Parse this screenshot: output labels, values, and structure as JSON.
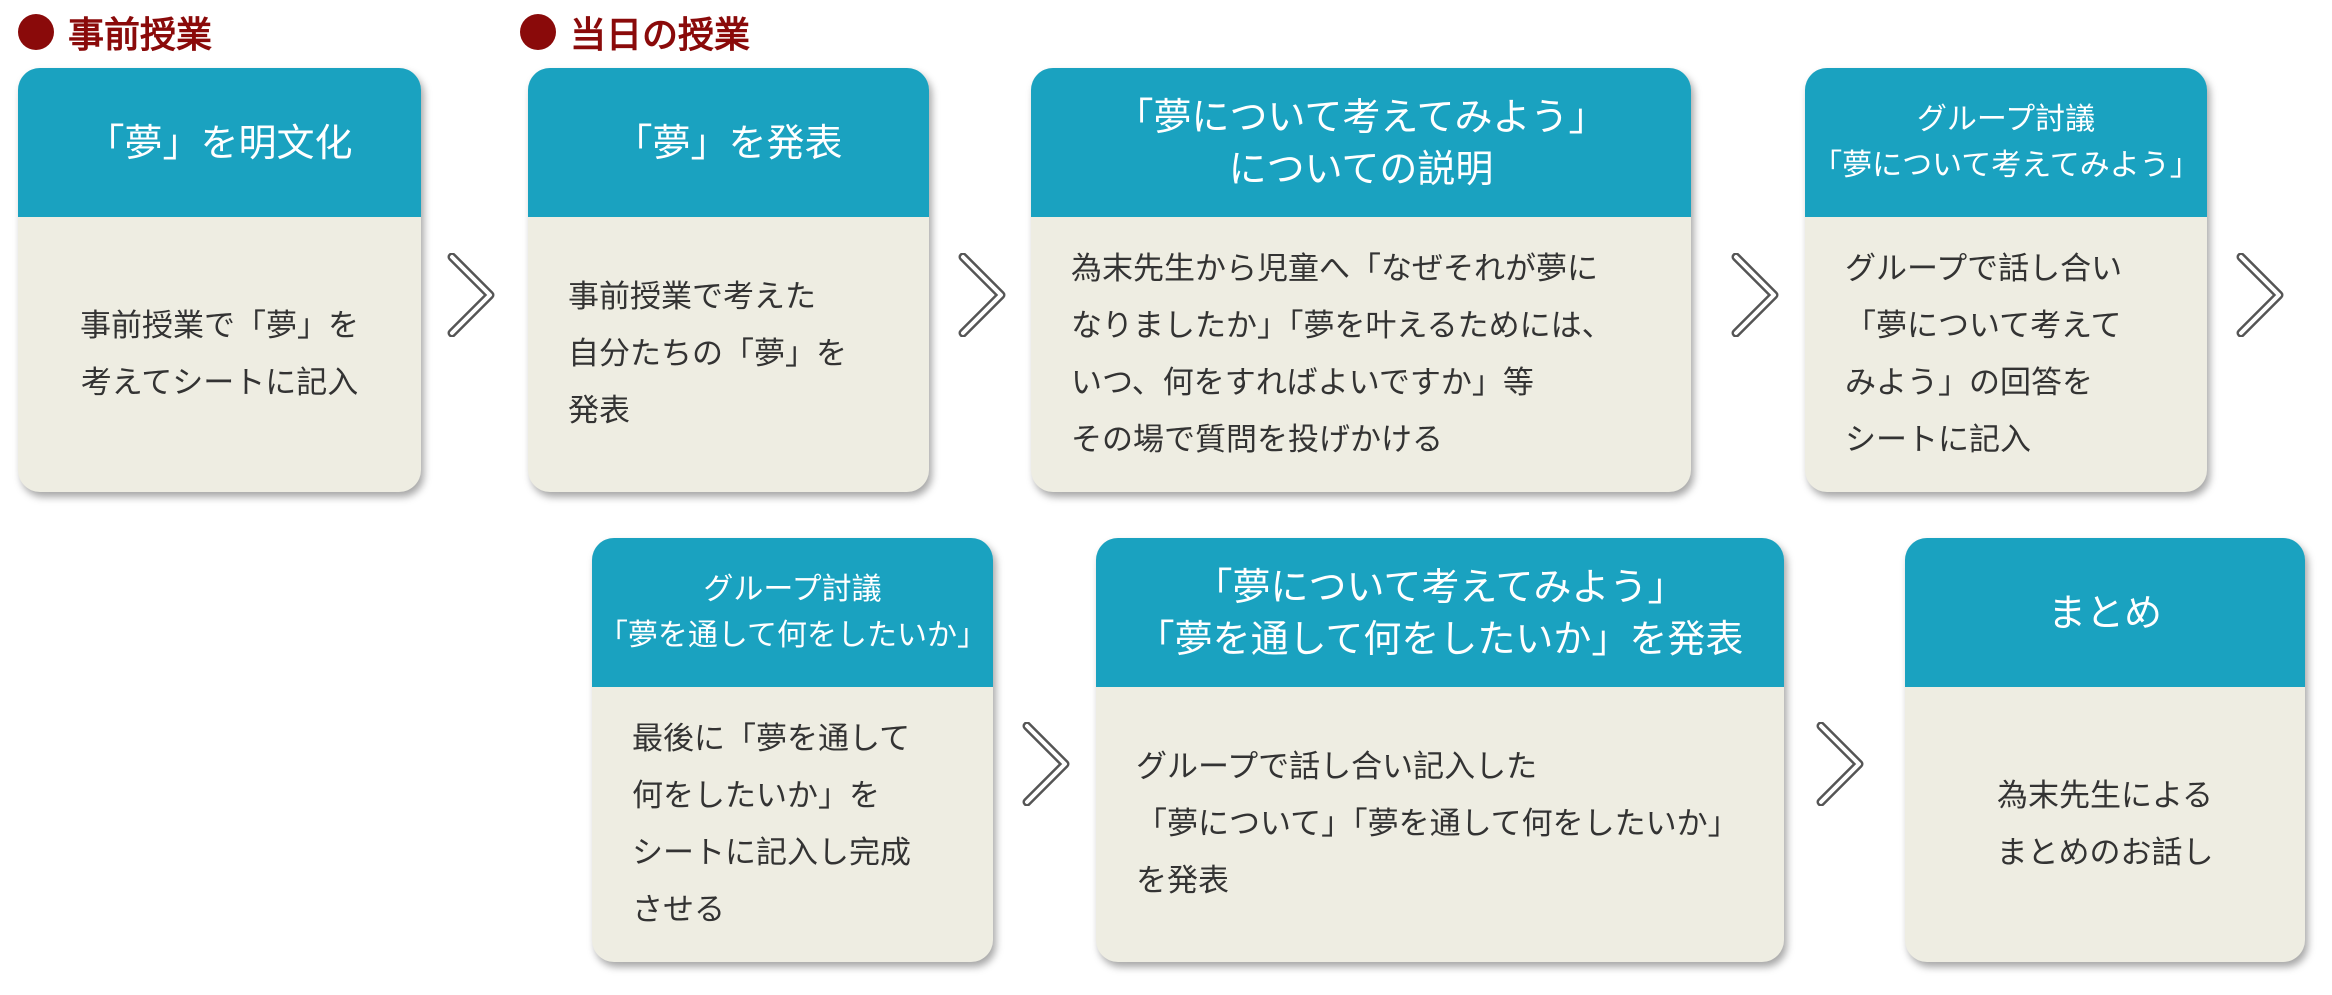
{
  "sections": [
    {
      "label": "事前授業"
    },
    {
      "label": "当日の授業"
    }
  ],
  "colors": {
    "header": "#1aa2c0",
    "body": "#eeede2",
    "section": "#8a0a0a"
  },
  "cards": [
    {
      "title": [
        "「夢」を明文化"
      ],
      "body": [
        "事前授業で「夢」を",
        "考えてシートに記入"
      ]
    },
    {
      "title": [
        "「夢」を発表"
      ],
      "body": [
        "事前授業で考えた",
        "自分たちの「夢」を",
        "発表"
      ]
    },
    {
      "title": [
        "「夢について考えてみよう」",
        "についての説明"
      ],
      "body": [
        "為末先生から児童へ「なぜそれが夢に",
        "なりましたか」「夢を叶えるためには、",
        "いつ、何をすればよいですか」等",
        "その場で質問を投げかける"
      ]
    },
    {
      "title": [
        "グループ討議",
        "「夢について考えてみよう」"
      ],
      "body": [
        "グループで話し合い",
        "「夢について考えて",
        "みよう」の回答を",
        "シートに記入"
      ]
    },
    {
      "title": [
        "グループ討議",
        "「夢を通して何をしたいか」"
      ],
      "body": [
        "最後に「夢を通して",
        "何をしたいか」を",
        "シートに記入し完成",
        "させる"
      ]
    },
    {
      "title": [
        "「夢について考えてみよう」",
        "「夢を通して何をしたいか」を発表"
      ],
      "body": [
        "グループで話し合い記入した",
        "「夢について」「夢を通して何をしたいか」",
        "を発表"
      ]
    },
    {
      "title": [
        "まとめ"
      ],
      "body": [
        "為末先生による",
        "まとめのお話し"
      ]
    }
  ]
}
